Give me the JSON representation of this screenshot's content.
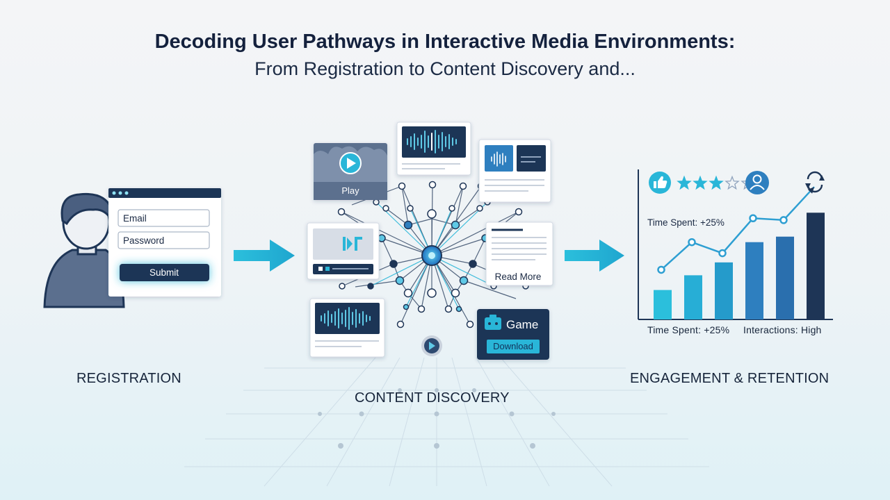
{
  "title_line1": "Decoding User Pathways in Interactive Media Environments:",
  "title_line2": "From Registration to Content Discovery and...",
  "registration": {
    "label": "REGISTRATION",
    "email_placeholder": "Email",
    "password_placeholder": "Password",
    "submit_label": "Submit"
  },
  "discovery": {
    "label": "CONTENT DISCOVERY",
    "video_play_label": "Play",
    "article_button_label": "Read More",
    "game_title": "Game",
    "game_button_label": "Download"
  },
  "engagement": {
    "label": "ENGAGEMENT & RETENTION",
    "rating_stars": 3,
    "rating_max": 5,
    "metric_chart": "Time Spent: +25%",
    "metric_time": "Time Spent: +25%",
    "metric_interactions": "Interactions: High",
    "bars": [
      0.16,
      0.24,
      0.31,
      0.42,
      0.45,
      0.58
    ],
    "trend": [
      0.27,
      0.42,
      0.36,
      0.55,
      0.54,
      0.72
    ]
  },
  "colors": {
    "navy": "#1e3556",
    "accent": "#29b6d8",
    "blue": "#2e7fbf",
    "slate": "#5b6f8e"
  }
}
